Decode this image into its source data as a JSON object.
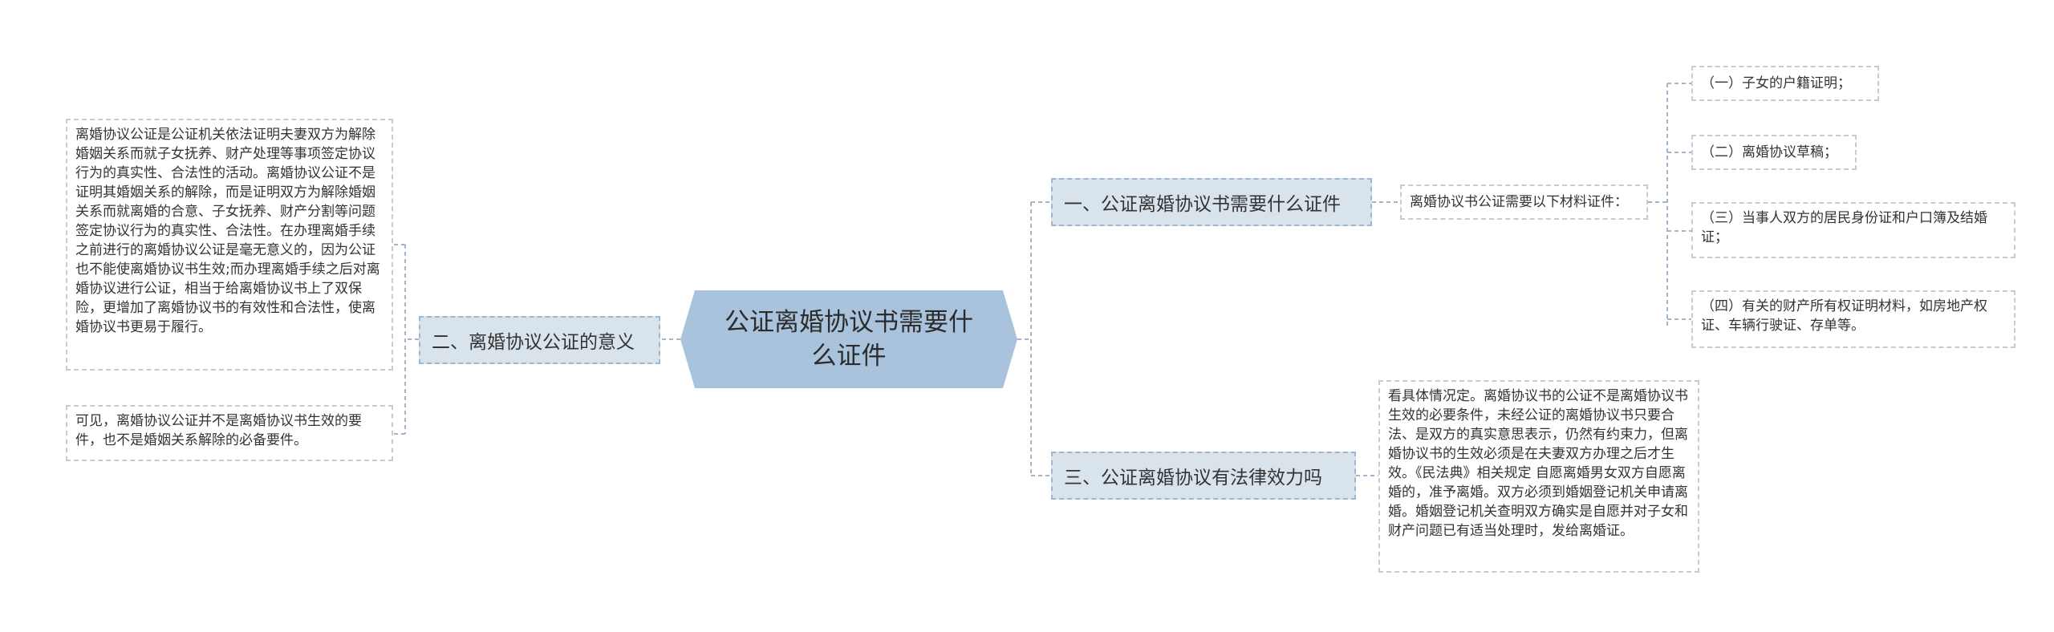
{
  "root": {
    "title": "公证离婚协议书需要什么证件"
  },
  "branches": {
    "b1": {
      "label": "一、公证离婚协议书需要什么证件",
      "intro": "离婚协议书公证需要以下材料证件：",
      "items": [
        "（一）子女的户籍证明；",
        "（二）离婚协议草稿；",
        "（三）当事人双方的居民身份证和户口簿及结婚证；",
        "（四）有关的财产所有权证明材料，如房地产权证、车辆行驶证、存单等。"
      ]
    },
    "b2": {
      "label": "二、离婚协议公证的意义",
      "notes": [
        "离婚协议公证是公证机关依法证明夫妻双方为解除婚姻关系而就子女抚养、财产处理等事项签定协议行为的真实性、合法性的活动。离婚协议公证不是证明其婚姻关系的解除，而是证明双方为解除婚姻关系而就离婚的合意、子女抚养、财产分割等问题签定协议行为的真实性、合法性。在办理离婚手续之前进行的离婚协议公证是毫无意义的，因为公证也不能使离婚协议书生效;而办理离婚手续之后对离婚协议进行公证，相当于给离婚协议书上了双保险，更增加了离婚协议书的有效性和合法性，使离婚协议书更易于履行。",
        "可见，离婚协议公证并不是离婚协议书生效的要件，也不是婚姻关系解除的必备要件。"
      ]
    },
    "b3": {
      "label": "三、公证离婚协议有法律效力吗",
      "note": "看具体情况定。离婚协议书的公证不是离婚协议书生效的必要条件，未经公证的离婚协议书只要合法、是双方的真实意思表示，仍然有约束力，但离婚协议书的生效必须是在夫妻双方办理之后才生效。《民法典》相关规定 自愿离婚男女双方自愿离婚的，准予离婚。双方必须到婚姻登记机关申请离婚。婚姻登记机关查明双方确实是自愿并对子女和财产问题已有适当处理时，发给离婚证。"
    }
  },
  "colors": {
    "root_fill": "#a9c3dc",
    "branch_fill": "#d9e3ec",
    "branch_border": "#a3b6c9",
    "leaf_border": "#c6ccd2",
    "connector": "#a3b6c9"
  }
}
